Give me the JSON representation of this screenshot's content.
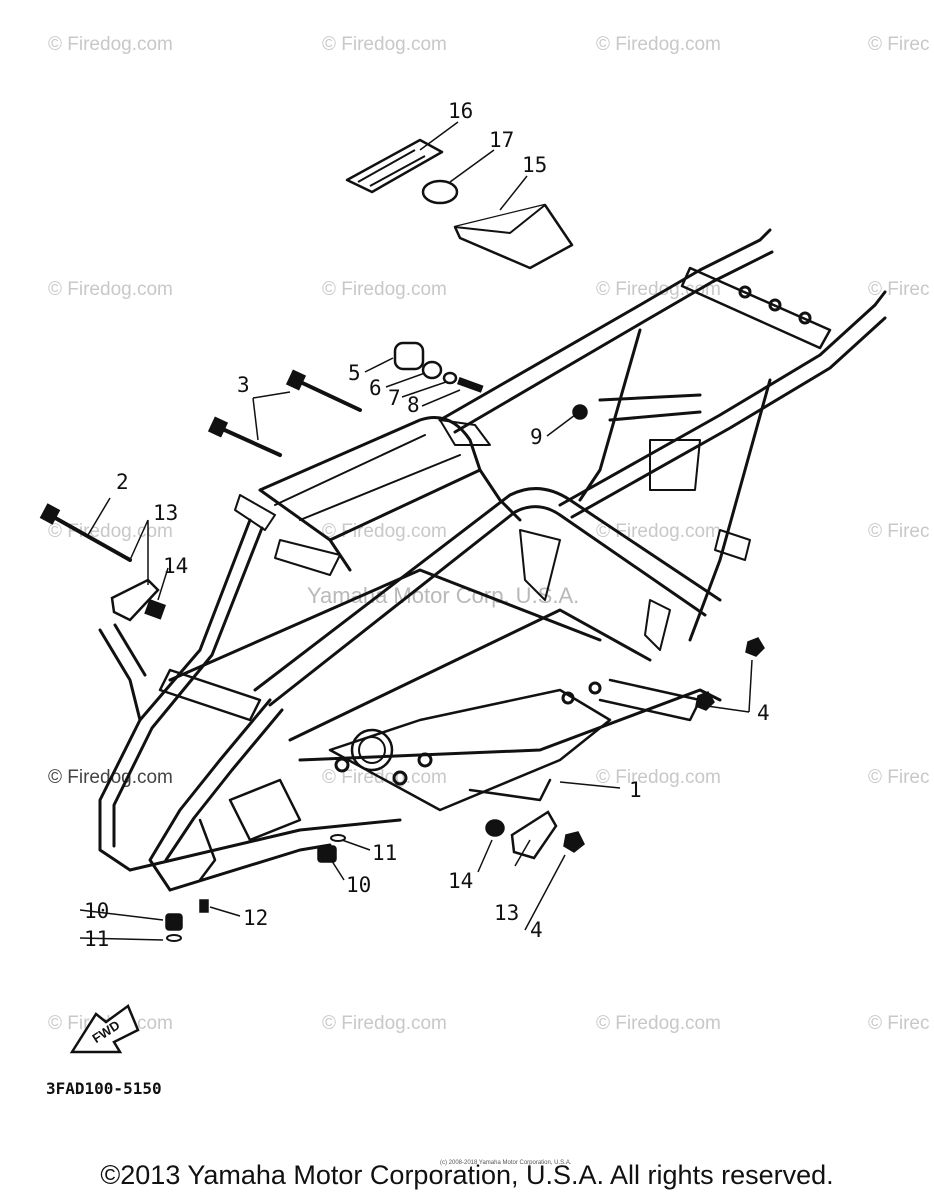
{
  "watermark": "© Firedog.com",
  "watermark_partial": "© Firec",
  "center_watermark": "Yamaha Motor Corp. U.S.A.",
  "callouts": {
    "c1": "1",
    "c2": "2",
    "c3": "3",
    "c4a": "4",
    "c4b": "4",
    "c5": "5",
    "c6": "6",
    "c7": "7",
    "c8": "8",
    "c9": "9",
    "c10a": "10",
    "c10b": "10",
    "c11a": "11",
    "c11b": "11",
    "c12": "12",
    "c13a": "13",
    "c13b": "13",
    "c14a": "14",
    "c14b": "14",
    "c15": "15",
    "c16": "16",
    "c17": "17"
  },
  "fwd_label": "FWD",
  "part_code": "3FAD100-5150",
  "tiny_copyright": "(c) 2008-2018 Yamaha Motor Corporation, U.S.A.",
  "footer": "©2013 Yamaha Motor Corporation, U.S.A. All rights reserved."
}
